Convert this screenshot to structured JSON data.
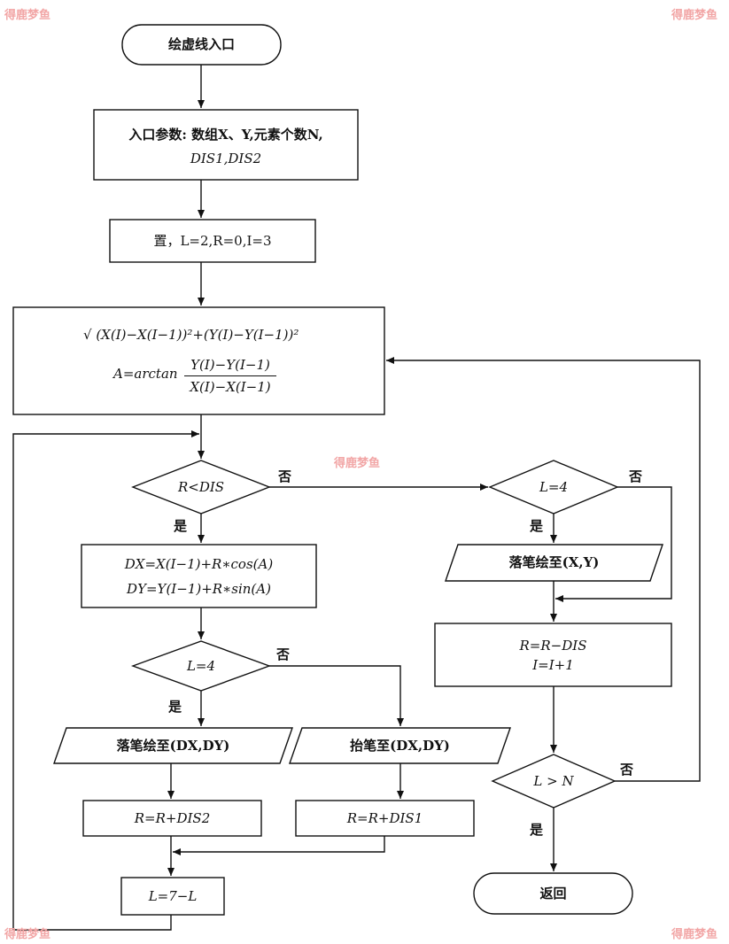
{
  "watermark": "得鹿梦鱼",
  "nodes": {
    "start": "绘虚线入口",
    "params_line1": "入口参数: 数组X、Y,元素个数N,",
    "params_line2": "DIS1,DIS2",
    "init": "置，L=2,R=0,I=3",
    "calc_sqrt": "√ (X(I)−X(I−1))²+(Y(I)−Y(I−1))²",
    "calc_a_prefix": "A=arctan",
    "calc_a_num": "Y(I)−Y(I−1)",
    "calc_a_den": "X(I)−X(I−1)",
    "cond_r": "R<DIS",
    "cond_l4_right": "L=4",
    "pen_down_xy": "落笔绘至(X,Y)",
    "update_r": "R=R−DIS",
    "update_i": "I=I+1",
    "dx": "DX=X(I−1)+R∗cos(A)",
    "dy": "DY=Y(I−1)+R∗sin(A)",
    "cond_l4_left": "L=4",
    "pen_down_dxdy": "落笔绘至(DX,DY)",
    "pen_up_dxdy": "抬笔至(DX,DY)",
    "r_plus_dis2": "R=R+DIS2",
    "r_plus_dis1": "R=R+DIS1",
    "l_toggle": "L=7−L",
    "cond_ln": "L > N",
    "return": "返回"
  },
  "branch_labels": {
    "no_r": "否",
    "yes_r": "是",
    "no_l4_right": "否",
    "yes_l4_right": "是",
    "no_l4_left": "否",
    "yes_l4_left": "是",
    "no_ln": "否",
    "yes_ln": "是"
  }
}
